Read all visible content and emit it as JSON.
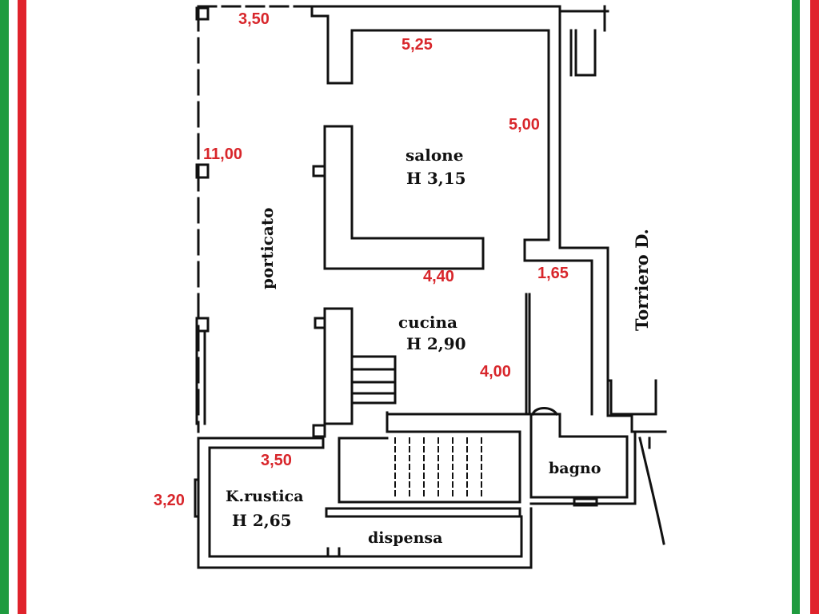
{
  "colors": {
    "flag_green": "#1f9b3f",
    "flag_red": "#e0232c",
    "wall": "#111111",
    "dimension_text": "#d8262b",
    "label_text": "#111111"
  },
  "rooms": {
    "salone": {
      "name": "salone",
      "height": "H 3,15"
    },
    "cucina": {
      "name": "cucina",
      "height": "H 2,90"
    },
    "krustica": {
      "name": "K.rustica",
      "height": "H 2,65"
    },
    "bagno": {
      "name": "bagno"
    },
    "dispensa": {
      "name": "dispensa"
    },
    "porticato": {
      "name": "porticato"
    }
  },
  "street": {
    "name": "Torriero D."
  },
  "dimensions": {
    "top_left": "3,50",
    "salone_width": "5,25",
    "salone_depth": "5,00",
    "porticato_length": "11,00",
    "salone_bottom": "4,40",
    "corridor": "1,65",
    "cucina_depth": "4,00",
    "krustica_width": "3,50",
    "krustica_depth": "3,20"
  }
}
